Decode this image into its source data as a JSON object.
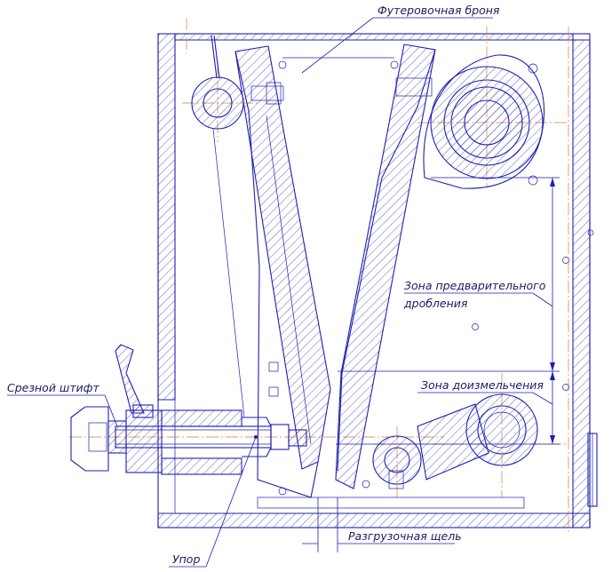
{
  "labels": {
    "armor": "Футеровочная броня",
    "pre_crush_line1": "Зона предварительного",
    "pre_crush_line2": "дробления",
    "regrind": "Зона доизмельчения",
    "shear_pin": "Срезной штифт",
    "gap": "Разгрузочная щель",
    "stop": "Упор"
  },
  "colors": {
    "outline": "#1f1fb0",
    "centerline": "#e07a2a",
    "text": "#1a1a66"
  }
}
